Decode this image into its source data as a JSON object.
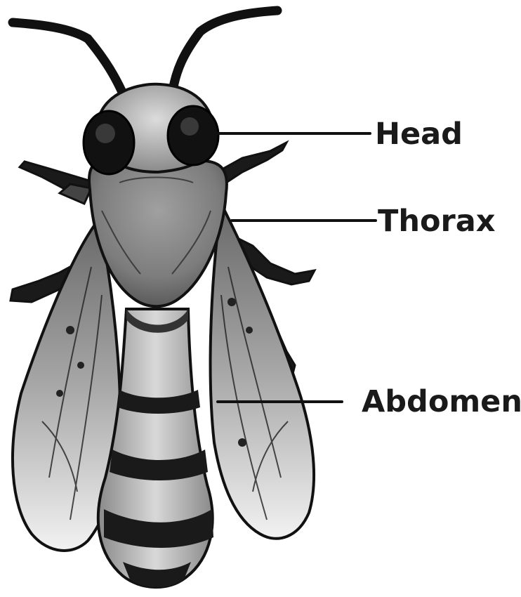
{
  "labels": {
    "head": "Head",
    "thorax": "Thorax",
    "abdomen": "Abdomen"
  },
  "colors": {
    "ink": "#1a1a1a",
    "background": "#ffffff"
  }
}
